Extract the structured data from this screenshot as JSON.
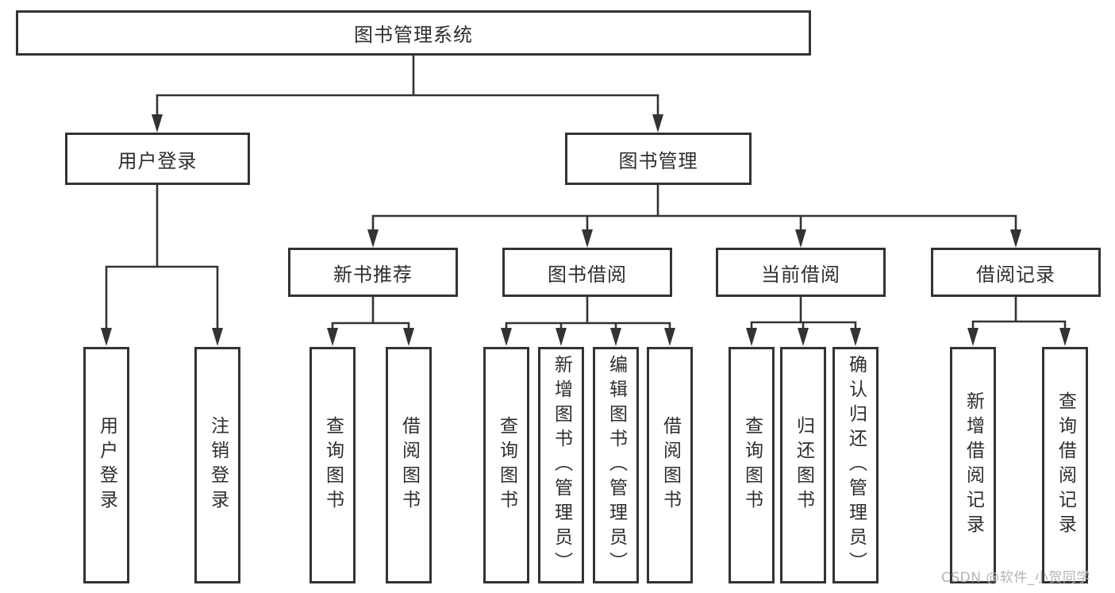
{
  "nodes": {
    "root": "图书管理系统",
    "user_login": "用户登录",
    "book_mgmt": "图书管理",
    "new_books": "新书推荐",
    "borrow": "图书借阅",
    "current": "当前借阅",
    "records": "借阅记录"
  },
  "leaves": {
    "user_login": [
      "用户登录",
      "注销登录"
    ],
    "new_books": [
      "查询图书",
      "借阅图书"
    ],
    "borrow": [
      "查询图书",
      "新增图书（管理员）",
      "编辑图书（管理员）",
      "借阅图书"
    ],
    "current": [
      "查询图书",
      "归还图书",
      "确认归还（管理员）"
    ],
    "records": [
      "新增借阅记录",
      "查询借阅记录"
    ]
  },
  "watermark": "CSDN @软件_小贺同学",
  "colors": {
    "line": "#333333",
    "box_border": "#333333",
    "text": "#2e2e2e",
    "watermark": "#b4b4b4",
    "background": "#ffffff"
  }
}
